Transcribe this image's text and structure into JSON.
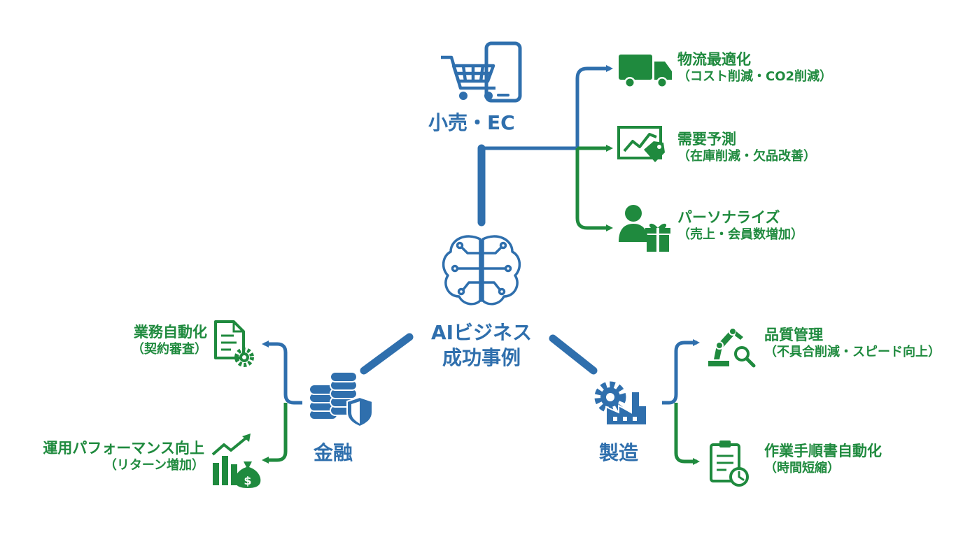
{
  "center": {
    "title_line1": "AIビジネス",
    "title_line2": "成功事例",
    "icon": "brain-circuit-icon"
  },
  "retail": {
    "title": "小売・EC",
    "icon": "cart-smartphone-icon",
    "items": [
      {
        "title": "物流最適化",
        "sub": "（コスト削減・CO2削減）",
        "icon": "delivery-truck-icon"
      },
      {
        "title": "需要予測",
        "sub": "（在庫削減・欠品改善）",
        "icon": "chart-tag-icon"
      },
      {
        "title": "パーソナライズ",
        "sub": "（売上・会員数増加）",
        "icon": "person-gift-icon"
      }
    ]
  },
  "finance": {
    "title": "金融",
    "icon": "coins-shield-icon",
    "items": [
      {
        "title": "業務自動化",
        "sub": "（契約審査）",
        "icon": "document-gear-icon"
      },
      {
        "title": "運用パフォーマンス向上",
        "sub": "（リターン増加）",
        "icon": "growth-money-bag-icon"
      }
    ]
  },
  "manufacturing": {
    "title": "製造",
    "icon": "gear-factory-icon",
    "items": [
      {
        "title": "品質管理",
        "sub": "（不具合削減・スピード向上）",
        "icon": "robot-arm-magnifier-icon"
      },
      {
        "title": "作業手順書自動化",
        "sub": "（時間短縮）",
        "icon": "clipboard-clock-icon"
      }
    ]
  },
  "colors": {
    "blue": "#2f6fad",
    "green": "#1f8a3e"
  }
}
